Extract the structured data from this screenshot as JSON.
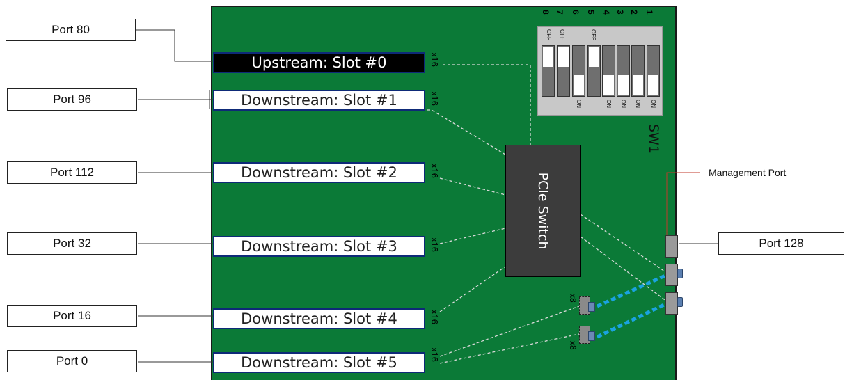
{
  "port_labels": [
    {
      "id": "port-80",
      "text": "Port 80"
    },
    {
      "id": "port-96",
      "text": "Port 96"
    },
    {
      "id": "port-112",
      "text": "Port 112"
    },
    {
      "id": "port-32",
      "text": "Port 32"
    },
    {
      "id": "port-16",
      "text": "Port 16"
    },
    {
      "id": "port-0",
      "text": "Port 0"
    },
    {
      "id": "port-128",
      "text": "Port 128"
    }
  ],
  "slots": [
    {
      "text": "Upstream: Slot #0",
      "lanes": "x16"
    },
    {
      "text": "Downstream: Slot #1",
      "lanes": "x16"
    },
    {
      "text": "Downstream: Slot #2",
      "lanes": "x16"
    },
    {
      "text": "Downstream: Slot #3",
      "lanes": "x16"
    },
    {
      "text": "Downstream: Slot #4",
      "lanes": "x16"
    },
    {
      "text": "Downstream: Slot #5",
      "lanes": "x16"
    }
  ],
  "switch": {
    "text": "PCIe Switch"
  },
  "dip_switch": {
    "name": "SW1",
    "numbers": [
      "8",
      "7",
      "6",
      "5",
      "4",
      "3",
      "2",
      "1"
    ],
    "off_label": "OFF",
    "on_label": "ON",
    "positions": [
      "OFF",
      "OFF",
      "ON",
      "OFF",
      "ON",
      "ON",
      "ON",
      "ON"
    ]
  },
  "management_port": {
    "text": "Management Port"
  },
  "cable_lanes": [
    "x8",
    "x8"
  ],
  "colors": {
    "board": "#0b7a37",
    "switch": "#3c3c3c",
    "cable": "#1aa3e0",
    "upstream_slot": "#000000",
    "mgmt_line": "#c0392b"
  }
}
